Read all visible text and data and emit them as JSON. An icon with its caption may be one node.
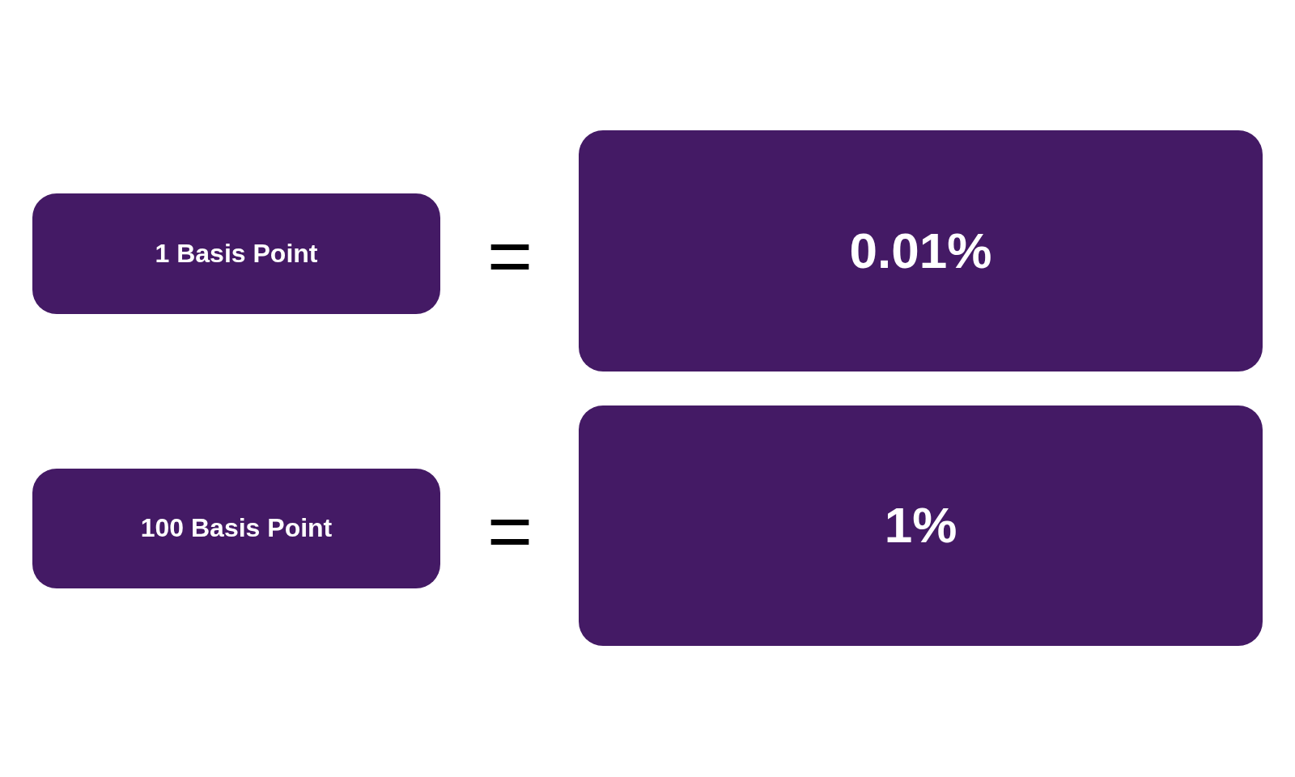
{
  "diagram": {
    "nodes": [
      {
        "text": [
          "1 Basis Point"
        ]
      },
      {
        "text": [
          "0.01%"
        ]
      },
      {
        "text": [
          "100 Basis Point"
        ]
      },
      {
        "text": [
          "1%"
        ]
      }
    ],
    "labels": [
      "=",
      "="
    ]
  }
}
